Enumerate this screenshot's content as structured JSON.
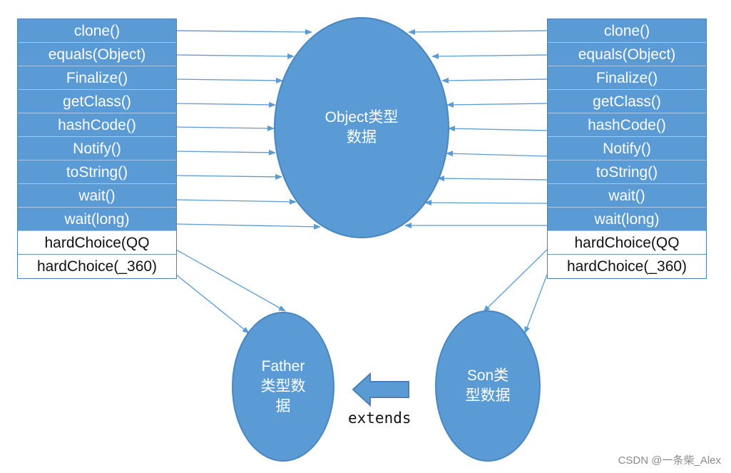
{
  "left_table": {
    "rows": [
      "clone()",
      "equals(Object)",
      "Finalize()",
      "getClass()",
      "hashCode()",
      "Notify()",
      "toString()",
      "wait()",
      "wait(long)",
      "hardChoice(QQ",
      "hardChoice(_360)"
    ]
  },
  "right_table": {
    "rows": [
      "clone()",
      "equals(Object)",
      "Finalize()",
      "getClass()",
      "hashCode()",
      "Notify()",
      "toString()",
      "wait()",
      "wait(long)",
      "hardChoice(QQ",
      "hardChoice(_360)"
    ]
  },
  "object_node": {
    "line1": "Object类型",
    "line2": "数据"
  },
  "father_node": {
    "line1": "Father",
    "line2": "类型数",
    "line3": "据"
  },
  "son_node": {
    "line1": "Son类",
    "line2": "型数据"
  },
  "extends_label": "extends",
  "watermark": "CSDN @一条柴_Alex",
  "colors": {
    "node_fill": "#5b9bd5",
    "arrow": "#5b9bd5",
    "border": "#4a7fb8"
  }
}
